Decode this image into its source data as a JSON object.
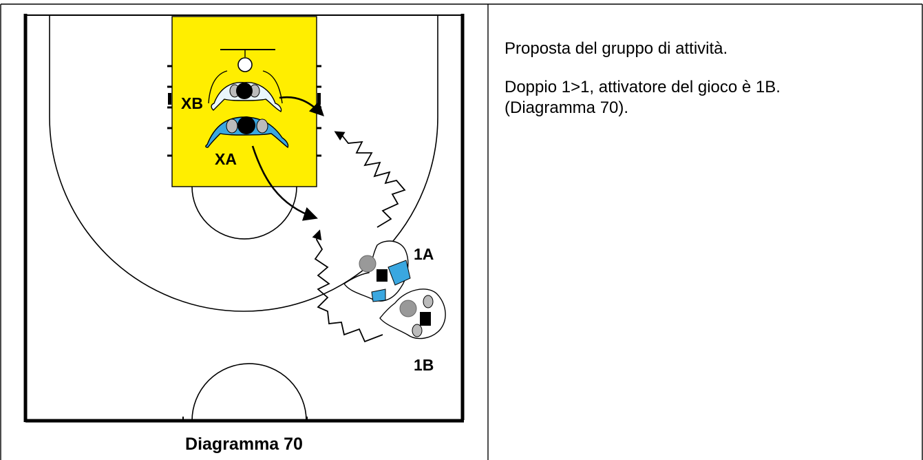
{
  "diagram": {
    "caption": "Diagramma 70",
    "players": {
      "xb": "XB",
      "xa": "XA",
      "p1a": "1A",
      "p1b": "1B"
    },
    "colors": {
      "paint": "#ffee00",
      "court_line": "#000000",
      "team_a_jersey": "#3aa7e0",
      "player_body": "#000000"
    }
  },
  "description": {
    "line1": "Proposta del gruppo di attività.",
    "line2": "Doppio 1>1, attivatore del gioco è 1B.",
    "line3": "(Diagramma 70)."
  }
}
